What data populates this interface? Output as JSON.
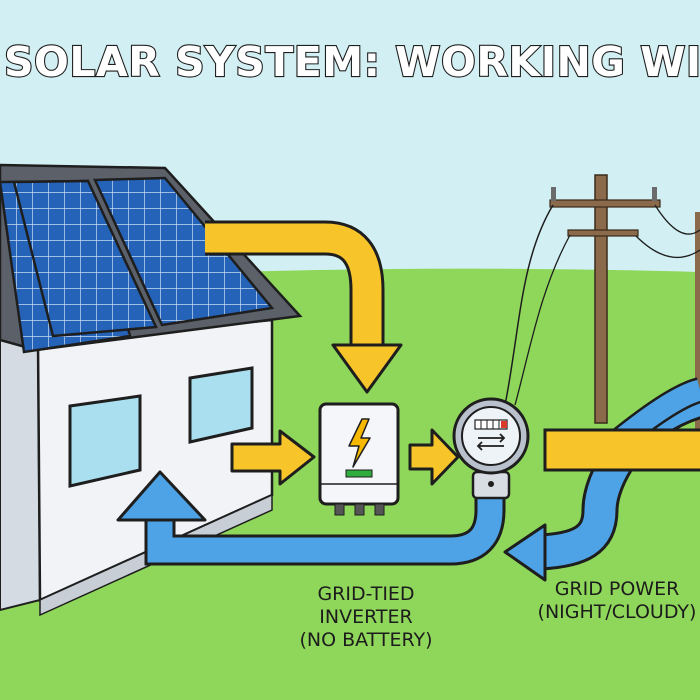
{
  "title": "SOLAR SYSTEM: WORKING WITHOUT A",
  "labels": {
    "inverter": [
      "GRID-TIED",
      "INVERTER",
      "(NO BATTERY)"
    ],
    "grid_power": [
      "GRID POWER",
      "(NIGHT/CLOUDY)"
    ]
  },
  "colors": {
    "sky": "#d2f0f4",
    "grass": "#8fd75a",
    "solar_flow": "#f7c52a",
    "grid_flow": "#4da3e6",
    "panel": "#2563b8",
    "house_wall": "#f1f3f6",
    "outline": "#1e1e1e"
  },
  "icons": [
    "lightning-bolt-icon",
    "meter-dial-icon"
  ]
}
